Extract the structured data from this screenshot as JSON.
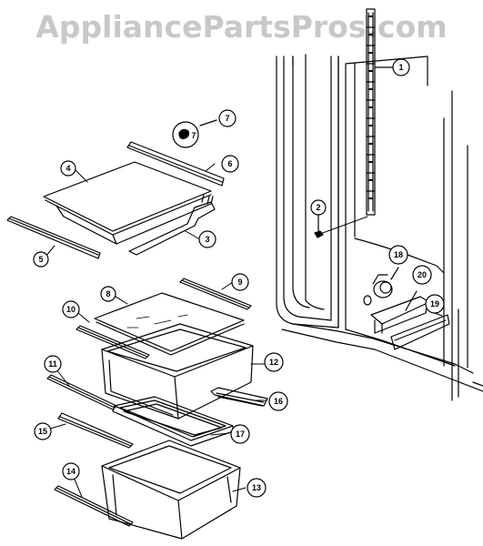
{
  "watermark": "AppliancePartsPros.com",
  "callouts": {
    "c1": "1",
    "c2": "2",
    "c3": "3",
    "c4": "4",
    "c5": "5",
    "c6": "6",
    "c7": "7",
    "c7b": "7",
    "c8": "8",
    "c9": "9",
    "c10": "10",
    "c11": "11",
    "c12": "12",
    "c13": "13",
    "c14": "14",
    "c15": "15",
    "c16": "16",
    "c17": "17",
    "c18": "18",
    "c19": "19",
    "c20": "20"
  }
}
